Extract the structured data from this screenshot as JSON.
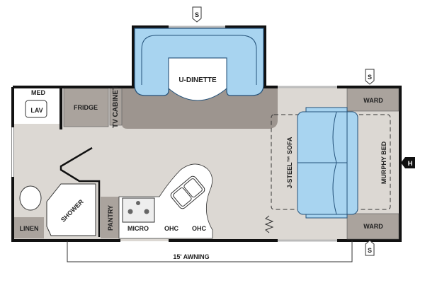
{
  "colors": {
    "floor": "#dcd8d3",
    "dark_floor": "#9d958f",
    "cabinet": "#aaa39d",
    "furniture": "#a8d4f0",
    "wall": "#111111"
  },
  "rooms": {
    "med": "MED",
    "lav": "LAV",
    "fridge": "FRIDGE",
    "tv_cabinet": "TV CABINET",
    "dinette": "U-DINETTE",
    "shower": "SHOWER",
    "linen": "LINEN",
    "pantry": "PANTRY",
    "micro": "MICRO",
    "ohc_1": "OHC",
    "ohc_2": "OHC",
    "ward_top": "WARD",
    "ward_bottom": "WARD",
    "sofa": "J-STEEL™ SOFA",
    "murphy_bed": "MURPHY BED"
  },
  "markers": {
    "s_top": "S",
    "s_right_top": "S",
    "s_right_bottom": "S",
    "h": "H"
  },
  "awning": "15' AWNING"
}
